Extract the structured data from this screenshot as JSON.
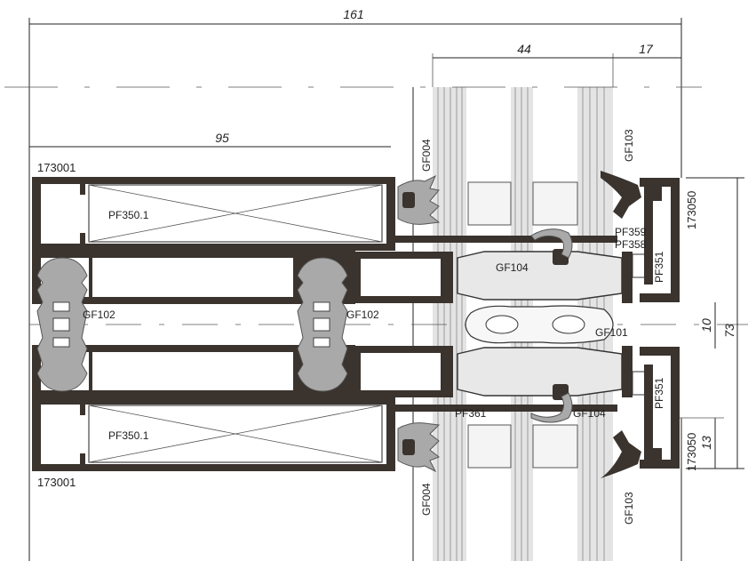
{
  "dimensions": {
    "total_width": "161",
    "glass_width": "44",
    "right_offset": "17",
    "frame_width": "95",
    "height_total": "73",
    "gap": "10",
    "lower_offset": "13"
  },
  "labels": {
    "profile_top": "173001",
    "profile_bottom": "173001",
    "profile_right_top": "173050",
    "profile_right_bottom": "173050",
    "insert_top": "PF350.1",
    "insert_bottom": "PF350.1",
    "gasket_left": "GF102",
    "gasket_center": "GF102",
    "gf004_top": "GF004",
    "gf004_bottom": "GF004",
    "gf103_top": "GF103",
    "gf103_bottom": "GF103",
    "pf359": "PF359",
    "pf358": "PF358",
    "pf351_top": "PF351",
    "pf351_bottom": "PF351",
    "gf104_top": "GF104",
    "gf104_bottom": "GF104",
    "gf101": "GF101",
    "pf361": "PF361"
  },
  "colors": {
    "profile": "#3a332e",
    "gasket": "#a9a9a9",
    "glass": "#e4e4e4"
  }
}
